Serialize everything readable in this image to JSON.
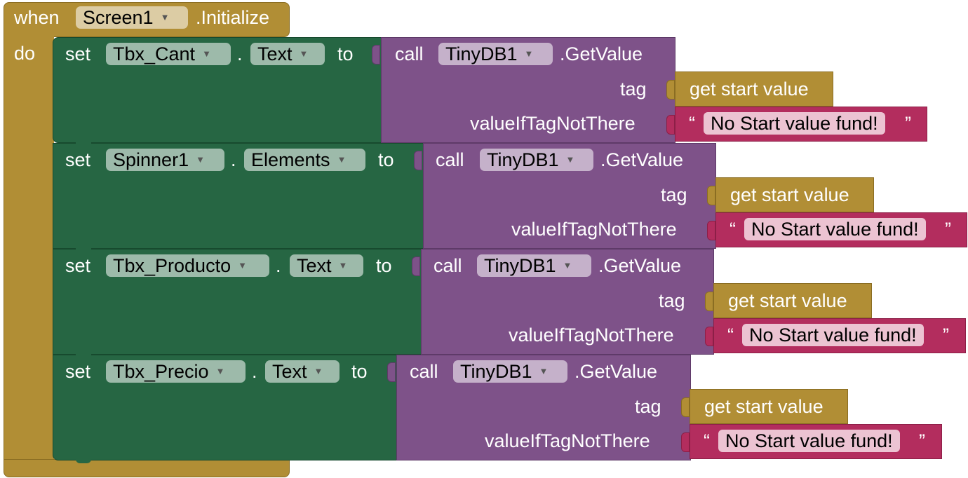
{
  "event": {
    "when_label": "when",
    "component": "Screen1",
    "event_name": ".Initialize",
    "do_label": "do"
  },
  "statements": [
    {
      "set_label": "set",
      "component": "Tbx_Cant",
      "dot": ".",
      "property": "Text",
      "to_label": "to",
      "call": {
        "call_label": "call",
        "component": "TinyDB1",
        "method": ".GetValue",
        "tag_label": "tag",
        "tag_value": "get start value",
        "default_label": "valueIfTagNotThere",
        "open_quote": "“",
        "default_value": "No Start value fund!",
        "close_quote": "”"
      }
    },
    {
      "set_label": "set",
      "component": "Spinner1",
      "dot": ".",
      "property": "Elements",
      "to_label": "to",
      "call": {
        "call_label": "call",
        "component": "TinyDB1",
        "method": ".GetValue",
        "tag_label": "tag",
        "tag_value": "get start value",
        "default_label": "valueIfTagNotThere",
        "open_quote": "“",
        "default_value": "No Start value fund!",
        "close_quote": "”"
      }
    },
    {
      "set_label": "set",
      "component": "Tbx_Producto",
      "dot": ".",
      "property": "Text",
      "to_label": "to",
      "call": {
        "call_label": "call",
        "component": "TinyDB1",
        "method": ".GetValue",
        "tag_label": "tag",
        "tag_value": "get start value",
        "default_label": "valueIfTagNotThere",
        "open_quote": "“",
        "default_value": "No Start value fund!",
        "close_quote": "”"
      }
    },
    {
      "set_label": "set",
      "component": "Tbx_Precio",
      "dot": ".",
      "property": "Text",
      "to_label": "to",
      "call": {
        "call_label": "call",
        "component": "TinyDB1",
        "method": ".GetValue",
        "tag_label": "tag",
        "tag_value": "get start value",
        "default_label": "valueIfTagNotThere",
        "open_quote": "“",
        "default_value": "No Start value fund!",
        "close_quote": "”"
      }
    }
  ],
  "colors": {
    "event_block": "#b18e35",
    "setter_block": "#266643",
    "procedure_block": "#7e5289",
    "variable_getter": "#b18e35",
    "text_block": "#b32d5e"
  },
  "icons": {
    "dropdown": "triangle-down-icon"
  }
}
